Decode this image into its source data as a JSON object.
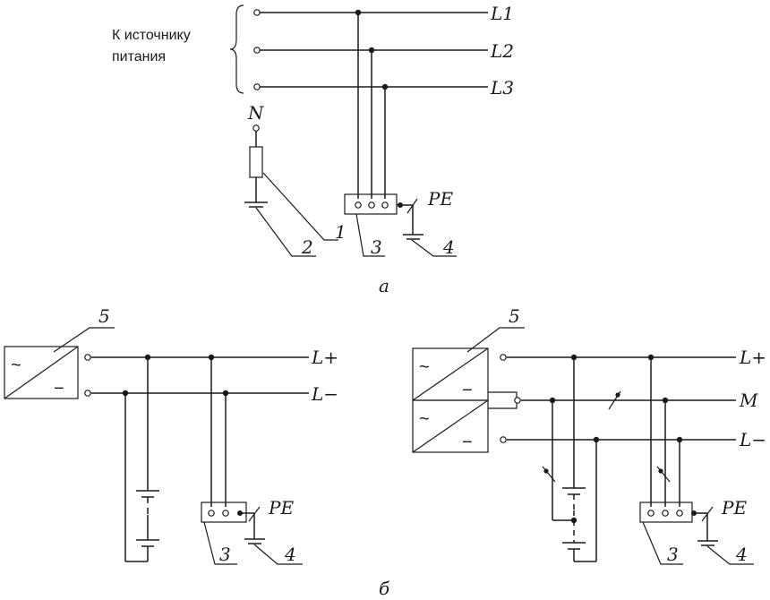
{
  "diagram_a": {
    "source_label_line1": "К источнику",
    "source_label_line2": "питания",
    "line_labels": [
      "L1",
      "L2",
      "L3"
    ],
    "neutral_label": "N",
    "pe_label": "PE",
    "callouts": [
      "1",
      "2",
      "3",
      "4"
    ],
    "caption": "а"
  },
  "diagram_b_left": {
    "line_labels": [
      "L+",
      "L−"
    ],
    "supply_symbol_ac": "~",
    "supply_symbol_dc": "−",
    "pe_label": "PE",
    "callouts": [
      "5",
      "3",
      "4"
    ]
  },
  "diagram_b_right": {
    "line_labels": [
      "L+",
      "M",
      "L−"
    ],
    "supply_symbol_ac": "~",
    "supply_symbol_dc": "−",
    "pe_label": "PE",
    "callouts": [
      "5",
      "3",
      "4"
    ]
  },
  "caption_b": "б"
}
